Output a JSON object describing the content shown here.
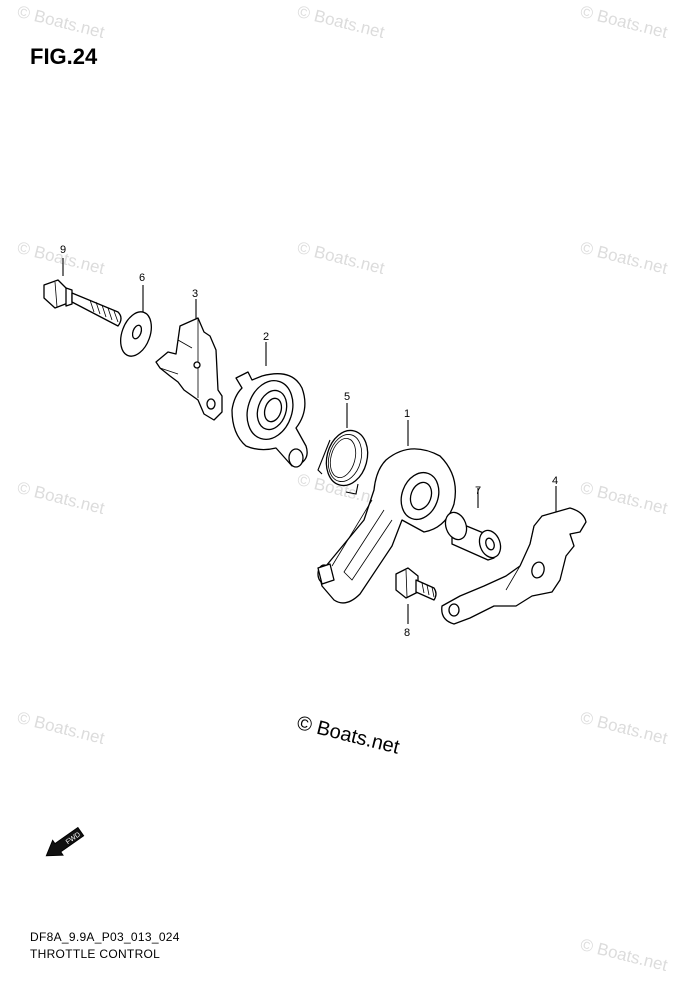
{
  "figure_title": "FIG.24",
  "diagram_code": "DF8A_9.9A_P03_013_024",
  "caption": "THROTTLE CONTROL",
  "copyright": "© Boats.net",
  "watermark": "© Boats.net",
  "fwd_label": "FWD",
  "callouts": [
    {
      "id": "9",
      "part": "bolt"
    },
    {
      "id": "6",
      "part": "washer"
    },
    {
      "id": "3",
      "part": "bracket-plate"
    },
    {
      "id": "2",
      "part": "collar-cam"
    },
    {
      "id": "5",
      "part": "spring"
    },
    {
      "id": "1",
      "part": "throttle-lever"
    },
    {
      "id": "7",
      "part": "bushing"
    },
    {
      "id": "4",
      "part": "link-plate"
    },
    {
      "id": "8",
      "part": "bolt-small"
    }
  ]
}
